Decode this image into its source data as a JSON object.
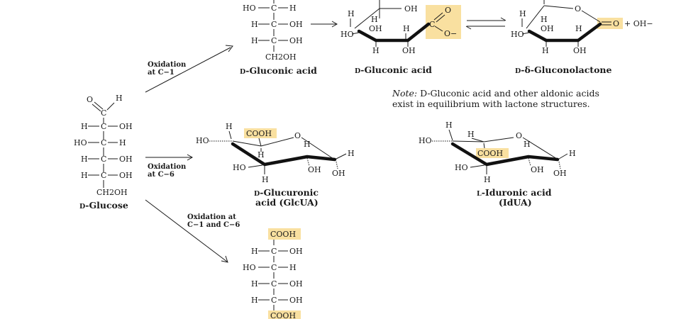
{
  "glucose": {
    "name_prefix": "D",
    "name": "-Glucose",
    "aldehyde_o": "O",
    "aldehyde_h": "H",
    "c": "C",
    "rows": [
      "H",
      "OH",
      "HO",
      "H",
      "H",
      "OH",
      "H",
      "OH"
    ],
    "ch2oh": "CH2OH"
  },
  "reactions": {
    "c1": {
      "line1": "Oxidation",
      "line2": "at C−1"
    },
    "c6": {
      "line1": "Oxidation",
      "line2": "at C−6"
    },
    "c1c6": {
      "line1": "Oxidation at",
      "line2": "C−1 and C−6"
    }
  },
  "gluconic_fischer": {
    "name_prefix": "D",
    "name": "-Gluconic acid",
    "rows": [
      "HO",
      "H",
      "H",
      "OH",
      "H",
      "OH"
    ],
    "ch2oh": "CH2OH"
  },
  "gluconic_ring": {
    "name_prefix": "D",
    "name": "-Gluconic acid",
    "labels": [
      "H",
      "OH",
      "H",
      "OH",
      "H",
      "HO",
      "H",
      "OH",
      "C",
      "O",
      "O−"
    ]
  },
  "lactone": {
    "name_prefix": "D",
    "name": "-δ-Gluconolactone",
    "labels": [
      "H",
      "O",
      "H",
      "OH",
      "H",
      "HO",
      "H",
      "OH",
      "O"
    ],
    "plus": "+ OH−"
  },
  "note": {
    "label": "Note:",
    "line1_rest": " D-Gluconic acid and other aldonic acids",
    "line2": "exist in equilibrium with lactone structures."
  },
  "glucuronic": {
    "name_prefix": "D",
    "name": "-Glucuronic",
    "name2": "acid (GlcUA)",
    "labels": [
      "H",
      "COOH",
      "O",
      "HO",
      "H",
      "H",
      "H",
      "HO",
      "OH",
      "OH",
      "H"
    ]
  },
  "iduronic": {
    "name_prefix": "L",
    "name": "-Iduronic acid",
    "name2": "(IdUA)",
    "labels": [
      "H",
      "O",
      "HO",
      "H",
      "H",
      "COOH",
      "H",
      "HO",
      "OH",
      "OH",
      "H"
    ]
  },
  "glucaric": {
    "top": "COOH",
    "bottom": "COOH",
    "rows": [
      "H",
      "OH",
      "HO",
      "H",
      "H",
      "OH",
      "H",
      "OH"
    ]
  },
  "colors": {
    "highlight": "#f9e0a0",
    "ink": "#1a1a1a"
  }
}
